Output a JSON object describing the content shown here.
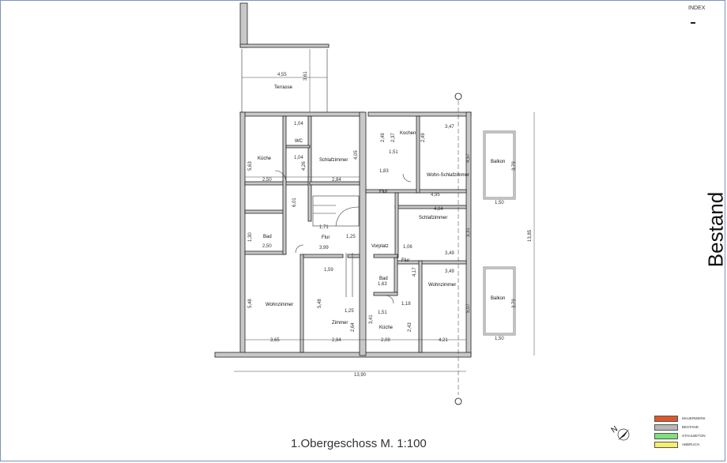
{
  "index": {
    "label": "INDEX",
    "value": "–"
  },
  "status": "Bestand",
  "plan_title": "1.Obergeschoss M. 1:100",
  "legend": [
    {
      "label": "MAUERWERK",
      "color": "#e0572a"
    },
    {
      "label": "BESTAND",
      "color": "#b8b8b8"
    },
    {
      "label": "STAHLBETON",
      "color": "#7fe07a"
    },
    {
      "label": "ABBRUCH",
      "color": "#f4f06a"
    }
  ],
  "north_label": "N",
  "rooms": {
    "terrasse": "Terrasse",
    "kueche_left": "Küche",
    "wc": "WC",
    "schlafzimmer_left": "Schlafzimmer",
    "bad_left": "Bad",
    "flur_left": "Flur",
    "wohnzimmer_left": "Wohnzimmer",
    "zimmer": "Zimmer",
    "kochen": "Kochen",
    "flur_center": "Flur",
    "wohn_schlafzimmer": "Wohn-Schlafzimmer",
    "balkon_top": "Balkon",
    "schlafzimmer_right": "Schlafzimmer",
    "vorplatz": "Vorplatz",
    "flur_right": "Flur",
    "bad_right": "Bad",
    "wohnzimmer_right": "Wohnzimmer",
    "balkon_bottom": "Balkon",
    "kueche_right": "Küche"
  },
  "dimensions": {
    "d455": "4,55",
    "d361": "3,61",
    "d104a": "1,04",
    "d104b": "1,04",
    "d563": "5,63",
    "d250a": "2,50",
    "d250b": "2,50",
    "d426": "4,26",
    "d284a": "2,84",
    "d284b": "2,84",
    "d405": "4,05",
    "d601": "6,01",
    "d130": "1,30",
    "d171": "1,71",
    "d125a": "1,25",
    "d125b": "1,25",
    "d399": "3,99",
    "d159": "1,59",
    "d548a": "5,48",
    "d548b": "5,48",
    "d365": "3,65",
    "d264": "2,64",
    "d151a": "1,51",
    "d151b": "1,51",
    "d249a": "2,49",
    "d249b": "2,49",
    "d237": "2,37",
    "d347": "3,47",
    "d457": "4,57",
    "d183": "1,83",
    "d495": "4,95",
    "d484": "4,84",
    "d379a": "3,79",
    "d379b": "3,79",
    "d150a": "1,50",
    "d150b": "1,50",
    "d331": "3,31",
    "d349a": "3,49",
    "d349b": "3,49",
    "d106": "1,06",
    "d417": "4,17",
    "d163": "1,63",
    "d118": "1,18",
    "d507": "5,07",
    "d243": "2,43",
    "d421": "4,21",
    "d208": "2,08",
    "d341": "3,41",
    "d1385": "13,85",
    "d1390": "13,90"
  }
}
